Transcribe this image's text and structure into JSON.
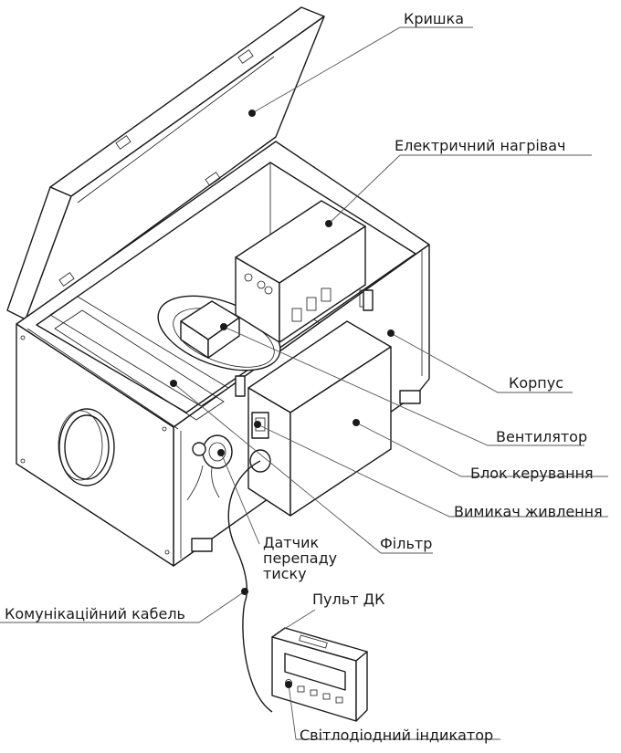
{
  "labels": {
    "lid": "Кришка",
    "heater": "Електричний нагрівач",
    "housing": "Корпус",
    "fan": "Вентилятор",
    "control_unit": "Блок керування",
    "power_switch": "Вимикач живлення",
    "filter": "Фільтр",
    "pressure_sensor": "Датчик\nперепаду\nтиску",
    "comm_cable": "Комунікаційний кабель",
    "remote": "Пульт ДК",
    "led": "Світлодіодний індикатор"
  },
  "colors": {
    "line": "#1a1a1a",
    "leader": "#555555",
    "background": "#ffffff"
  }
}
